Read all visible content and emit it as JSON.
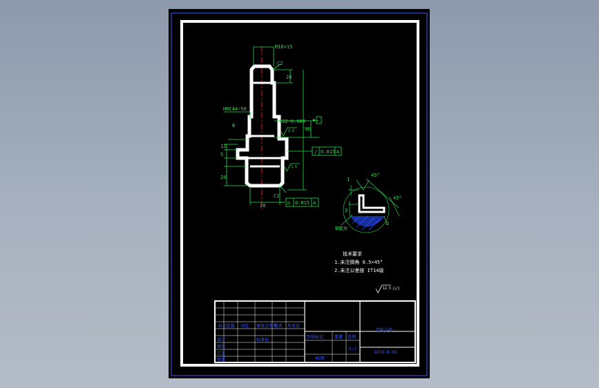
{
  "drawing": {
    "dimensions": {
      "thread": "M16×15",
      "chamfer_top": "C2",
      "len_20": "20",
      "hardness": "HRC44~50",
      "dia_fit": "Φ22-0.008",
      "len_96": "96",
      "datum_b": "B",
      "len_12": "12",
      "len_5": "5",
      "len_24": "24",
      "dia_28": "28",
      "chamfer_bottom": "C2",
      "rough_1": "1.6",
      "rough_2": "1.6"
    },
    "tolerance_1": {
      "symbol": "/",
      "value": "0.015",
      "datum": "A"
    },
    "tolerance_2": {
      "symbol": "◎",
      "value": "0.015",
      "datum": "A"
    },
    "detail": {
      "angle_a": "45°",
      "angle_b": "45°",
      "dim_1": "1",
      "dim_3": "3",
      "dim_2": "2",
      "label": "B放大"
    },
    "notes": {
      "title": "技术要求",
      "line1": "1.未注倒角 0.5×45°",
      "line2": "2.未注公差按 IT14级"
    },
    "surface_finish": {
      "value": "12.5",
      "suffix": "(√)"
    }
  },
  "title_block": {
    "part_name": "齿轮小轴",
    "drawing_no": "DZJX-B-02",
    "scale_label": "比例",
    "scale_value": "1:1",
    "weight_label": "重量",
    "material": "45钢",
    "cells": [
      "标记",
      "处数",
      "分区",
      "更改文件号",
      "签名",
      "年月日",
      "设计",
      "审核",
      "工艺",
      "批准",
      "标准化",
      "阶段标记"
    ]
  },
  "colors": {
    "background": "#000000",
    "border": "#ffffff",
    "dimension": "#28e04a",
    "centerline": "#e02020",
    "outline": "#ffffff",
    "title_block_text": "#3a5bff",
    "hatch": "#3a5bff"
  }
}
